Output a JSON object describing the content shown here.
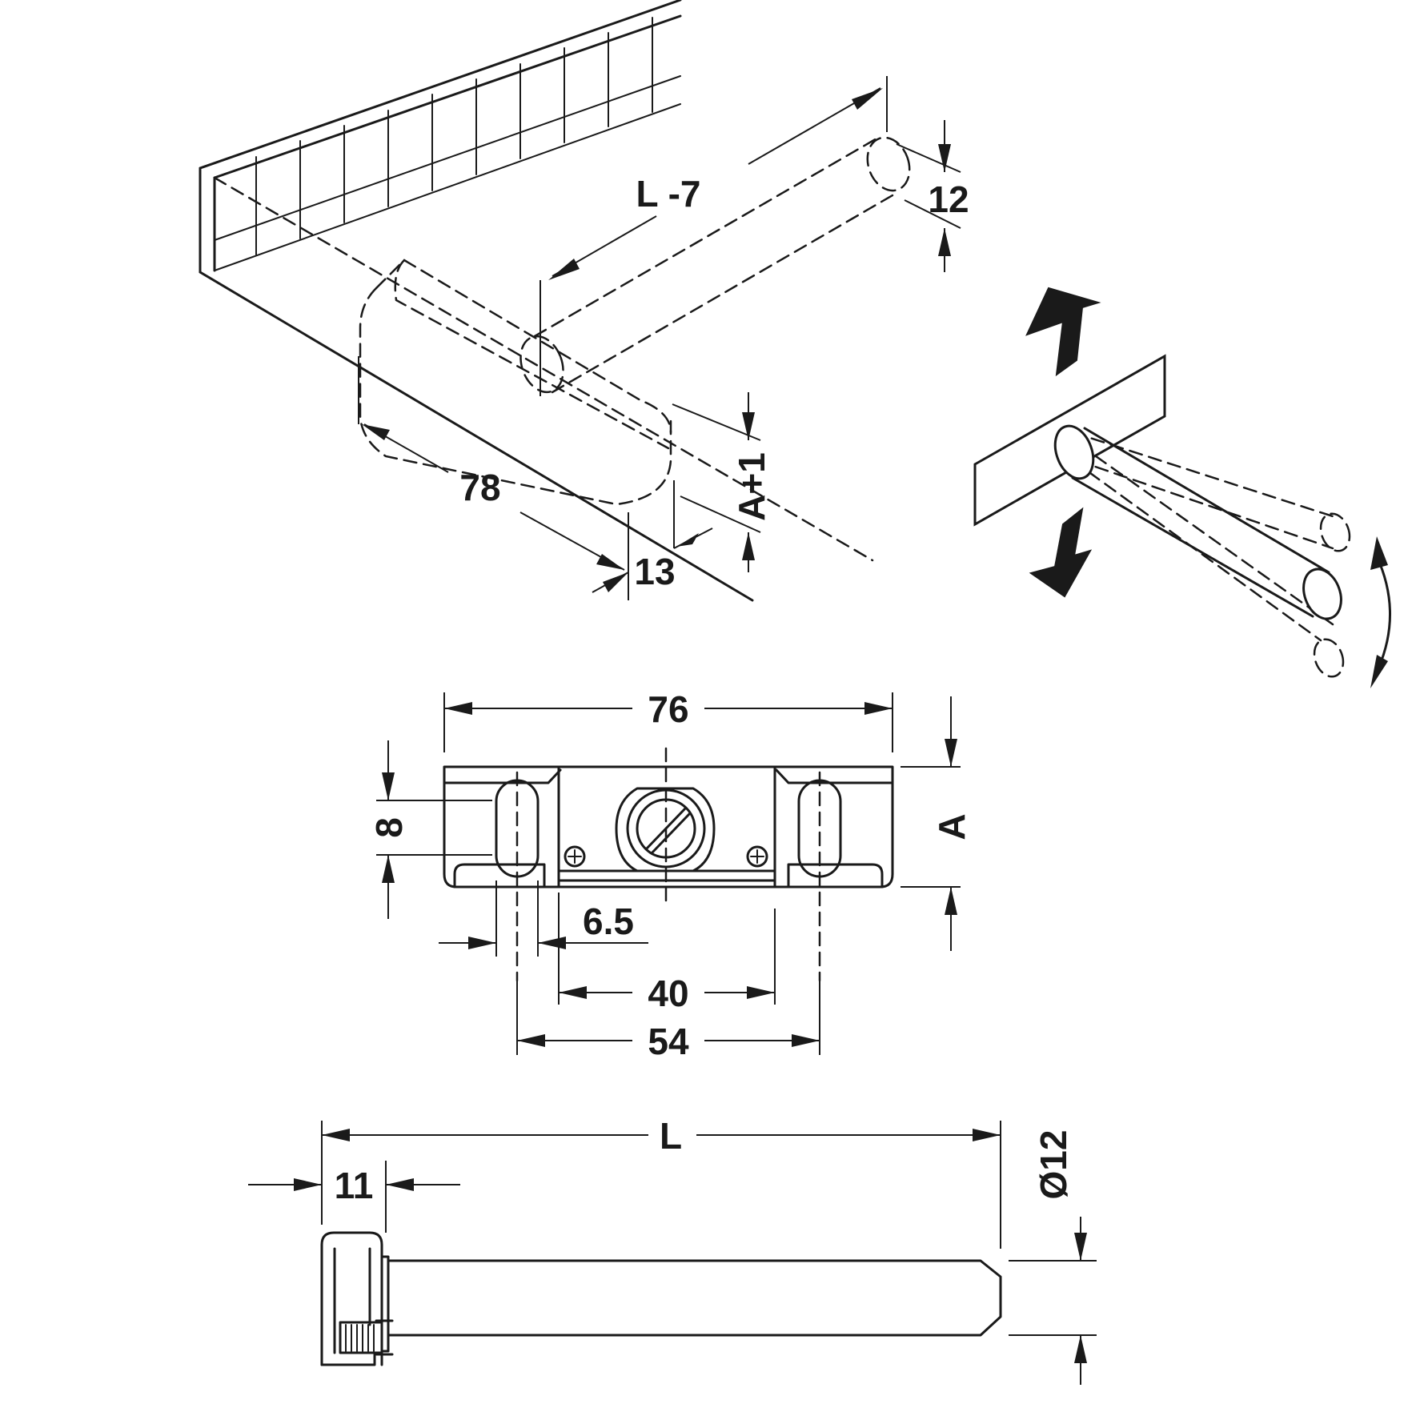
{
  "views": {
    "isometric": {
      "labels": {
        "length_minus": "L -7",
        "pin_diameter": "12",
        "recess_length": "78",
        "recess_depth": "13",
        "recess_height": "A+1"
      }
    },
    "front": {
      "labels": {
        "total_width": "76",
        "slot_height": "8",
        "height": "A",
        "slot_width": "6.5",
        "inner_distance": "40",
        "slot_distance": "54"
      }
    },
    "side": {
      "labels": {
        "length": "L",
        "head_width": "11",
        "diameter": "Ø12"
      }
    },
    "adjustment": {}
  }
}
